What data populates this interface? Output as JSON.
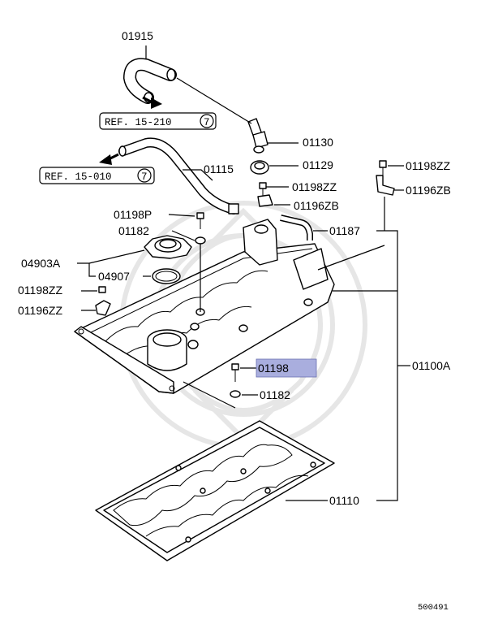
{
  "labels": {
    "p01915": "01915",
    "p01130": "01130",
    "p01129": "01129",
    "p01115": "01115",
    "p01198zz_top": "01198ZZ",
    "p01196zb_left": "01196ZB",
    "p01198zz_right": "01198ZZ",
    "p01196zb_right": "01196ZB",
    "p01198p": "01198P",
    "p01187": "01187",
    "p01182_top": "01182",
    "p04903a": "04903A",
    "p04907": "04907",
    "p01198zz_left": "01198ZZ",
    "p01196zz": "01196ZZ",
    "p01198": "01198",
    "p01100a": "01100A",
    "p01182_bottom": "01182",
    "p01110": "01110"
  },
  "refs": {
    "ref1_text": "REF. 15-210",
    "ref1_num": "7",
    "ref2_text": "REF. 15-010",
    "ref2_num": "7"
  },
  "diagram_code": "500491",
  "colors": {
    "highlight": "#a9aede",
    "line": "#000000",
    "watermark": "#e6e6e6"
  }
}
